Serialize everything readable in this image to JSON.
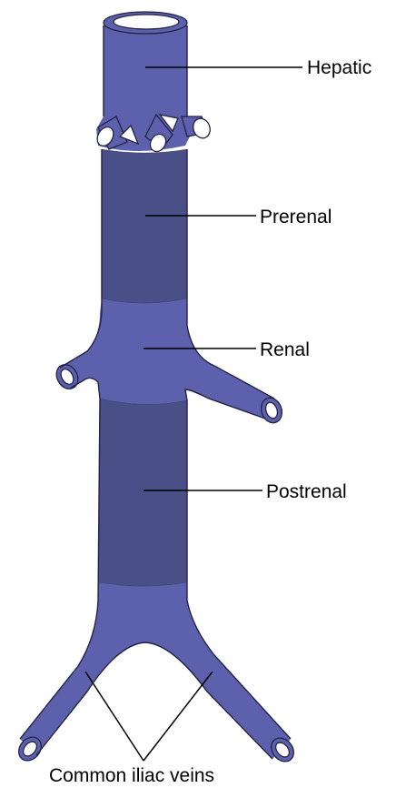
{
  "labels": {
    "hepatic": "Hepatic",
    "prerenal": "Prerenal",
    "renal": "Renal",
    "postrenal": "Postrenal",
    "common_iliac": "Common iliac veins"
  },
  "colors": {
    "light_segment": "#5d61ad",
    "dark_segment": "#4a4f88",
    "vessel_lumen": "#ffffff",
    "outline": "#222244",
    "leader_line": "#000000"
  }
}
